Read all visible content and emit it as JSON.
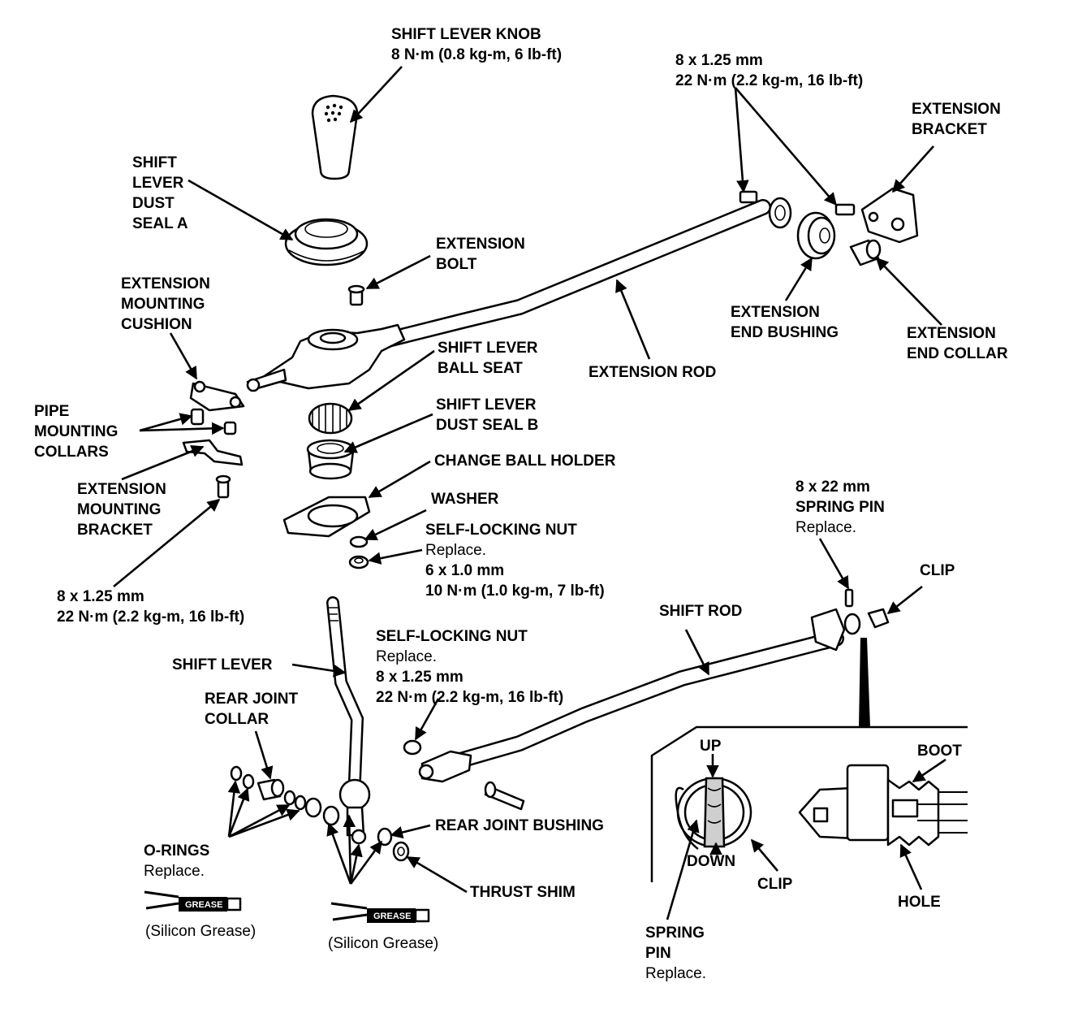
{
  "labels": {
    "shift_lever_knob": [
      "SHIFT LEVER KNOB",
      "8 N·m (0.8 kg-m, 6 lb-ft)"
    ],
    "bolt_spec_top": [
      "8 x 1.25 mm",
      "22 N·m (2.2 kg-m, 16 lb-ft)"
    ],
    "extension_bracket": [
      "EXTENSION",
      "BRACKET"
    ],
    "dust_seal_a": [
      "SHIFT",
      "LEVER",
      "DUST",
      "SEAL A"
    ],
    "extension_bolt": [
      "EXTENSION",
      "BOLT"
    ],
    "extension_mounting_cushion": [
      "EXTENSION",
      "MOUNTING",
      "CUSHION"
    ],
    "extension_end_bushing": [
      "EXTENSION",
      "END BUSHING"
    ],
    "extension_end_collar": [
      "EXTENSION",
      "END COLLAR"
    ],
    "ball_seat": [
      "SHIFT LEVER",
      "BALL SEAT"
    ],
    "extension_rod": [
      "EXTENSION ROD"
    ],
    "pipe_mounting_collars": [
      "PIPE",
      "MOUNTING",
      "COLLARS"
    ],
    "dust_seal_b": [
      "SHIFT LEVER",
      "DUST SEAL B"
    ],
    "change_ball_holder": [
      "CHANGE BALL HOLDER"
    ],
    "extension_mounting_bracket": [
      "EXTENSION",
      "MOUNTING",
      "BRACKET"
    ],
    "washer": [
      "WASHER"
    ],
    "spring_pin_top": {
      "bold": [
        "8 x 22 mm",
        "SPRING PIN"
      ],
      "normal": "Replace."
    },
    "self_locking_nut_1": {
      "bold": "SELF-LOCKING NUT",
      "normal": "Replace.",
      "bold2": [
        "6 x 1.0 mm",
        "10 N·m (1.0 kg-m, 7 lb-ft)"
      ]
    },
    "clip_top": [
      "CLIP"
    ],
    "bolt_spec_left": [
      "8 x 1.25 mm",
      "22 N·m (2.2 kg-m, 16 lb-ft)"
    ],
    "shift_rod": [
      "SHIFT ROD"
    ],
    "self_locking_nut_2": {
      "bold": "SELF-LOCKING NUT",
      "normal": "Replace.",
      "bold2": [
        "8 x 1.25 mm",
        "22 N·m (2.2 kg-m, 16 lb-ft)"
      ]
    },
    "shift_lever": [
      "SHIFT LEVER"
    ],
    "rear_joint_collar": [
      "REAR JOINT",
      "COLLAR"
    ],
    "up": [
      "UP"
    ],
    "boot": [
      "BOOT"
    ],
    "rear_joint_bushing": [
      "REAR JOINT BUSHING"
    ],
    "o_rings": {
      "bold": "O-RINGS",
      "normal": "Replace."
    },
    "down": [
      "DOWN"
    ],
    "clip_detail": [
      "CLIP"
    ],
    "thrust_shim": [
      "THRUST SHIM"
    ],
    "hole": [
      "HOLE"
    ],
    "silicon_grease_1": "(Silicon Grease)",
    "silicon_grease_2": "(Silicon Grease)",
    "spring_pin_detail": {
      "bold": [
        "SPRING",
        "PIN"
      ],
      "normal": "Replace."
    }
  },
  "grease_tube_text": "GREASE"
}
